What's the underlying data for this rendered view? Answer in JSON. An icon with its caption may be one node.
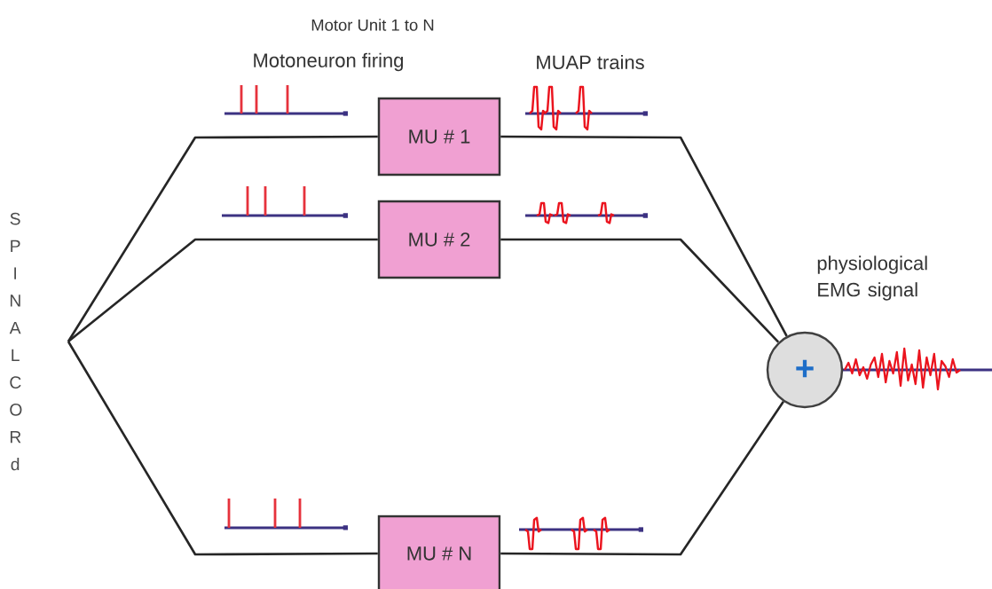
{
  "diagram": {
    "nodes": [
      {
        "text": [
          "S P I N A L C O R d"
        ]
      },
      {
        "text": [
          "MU # 1"
        ]
      },
      {
        "text": [
          "MU # 2"
        ]
      },
      {
        "text": [
          "MU # N"
        ]
      },
      {
        "text": [
          "+"
        ],
        "beside": [
          "physiological EMG signal"
        ]
      }
    ],
    "edges": [
      {
        "from": 0,
        "to": 1,
        "arrow": "none"
      },
      {
        "from": 0,
        "to": 2,
        "arrow": "none"
      },
      {
        "from": 0,
        "to": 3,
        "arrow": "none"
      },
      {
        "from": 1,
        "to": 4,
        "arrow": "none"
      },
      {
        "from": 2,
        "to": 4,
        "arrow": "none"
      },
      {
        "from": 3,
        "to": 4,
        "arrow": "none"
      }
    ],
    "labels": [
      "Motor Unit  1 to N",
      "Motoneuron firing",
      "MUAP trains"
    ]
  }
}
